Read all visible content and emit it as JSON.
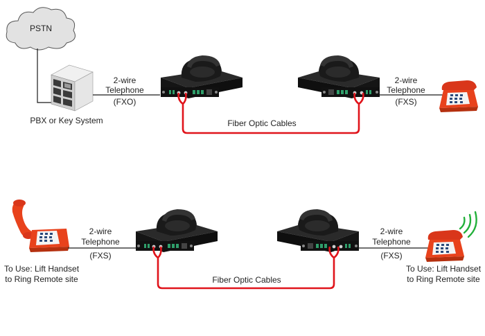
{
  "colors": {
    "fiber": "#e0141b",
    "phone_red": "#e8421c",
    "device_black": "#1c1c1c",
    "led_green": "#2f9e6a",
    "ring_waves": "#22b03a",
    "cloud_fill": "#e2e2e2"
  },
  "top": {
    "cloud_label": "PSTN",
    "pbx_label": "PBX or Key System",
    "left_link": {
      "line1": "2-wire",
      "line2": "Telephone",
      "line3": "(FXO)"
    },
    "right_link": {
      "line1": "2-wire",
      "line2": "Telephone",
      "line3": "(FXS)"
    },
    "fiber_label": "Fiber Optic Cables"
  },
  "bottom": {
    "left_link": {
      "line1": "2-wire",
      "line2": "Telephone",
      "line3": "(FXS)"
    },
    "right_link": {
      "line1": "2-wire",
      "line2": "Telephone",
      "line3": "(FXS)"
    },
    "fiber_label": "Fiber Optic Cables",
    "left_note": {
      "line1": "To Use: Lift Handset",
      "line2": "to Ring Remote site"
    },
    "right_note": {
      "line1": "To Use: Lift Handset",
      "line2": "to Ring Remote site"
    }
  },
  "icons": {
    "cloud": "cloud-icon",
    "pbx": "server-icon",
    "extender": "fiber-extender-icon",
    "handset": "handset-icon",
    "desk_phone": "desk-phone-icon",
    "ringing": "ringing-waves-icon"
  }
}
